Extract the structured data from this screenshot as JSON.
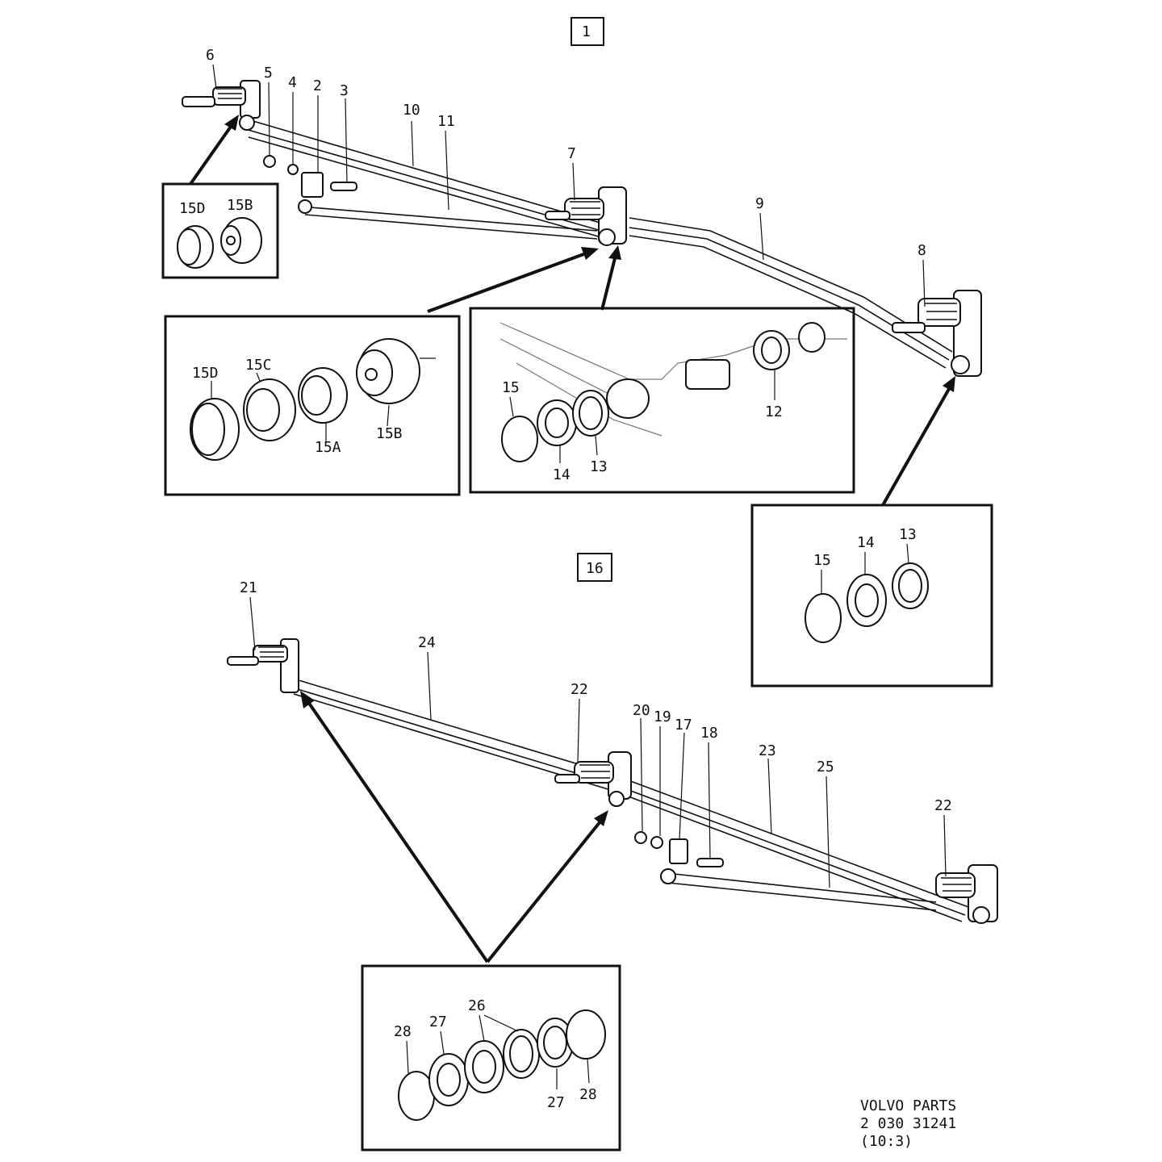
{
  "figures": {
    "fig1": {
      "label": "1"
    },
    "fig16": {
      "label": "16"
    }
  },
  "callouts": {
    "c6": "6",
    "c5": "5",
    "c4": "4",
    "c2": "2",
    "c3": "3",
    "c10": "10",
    "c11": "11",
    "c7": "7",
    "c9": "9",
    "c8": "8",
    "c21": "21",
    "c24": "24",
    "c22a": "22",
    "c20": "20",
    "c19": "19",
    "c17": "17",
    "c18": "18",
    "c23": "23",
    "c25": "25",
    "c22b": "22"
  },
  "inset_a": {
    "d": "15D",
    "b": "15B"
  },
  "inset_b": {
    "d": "15D",
    "c": "15C",
    "a": "15A",
    "b": "15B"
  },
  "inset_c": {
    "n15": "15",
    "n14": "14",
    "n13": "13",
    "n12": "12"
  },
  "inset_d": {
    "n15": "15",
    "n14": "14",
    "n13": "13"
  },
  "inset_e": {
    "n28a": "28",
    "n27a": "27",
    "n26": "26",
    "n27b": "27",
    "n28b": "28"
  },
  "footer": {
    "line1": "VOLVO  PARTS",
    "line2": "2  030  31241",
    "line3": "(10:3)"
  }
}
